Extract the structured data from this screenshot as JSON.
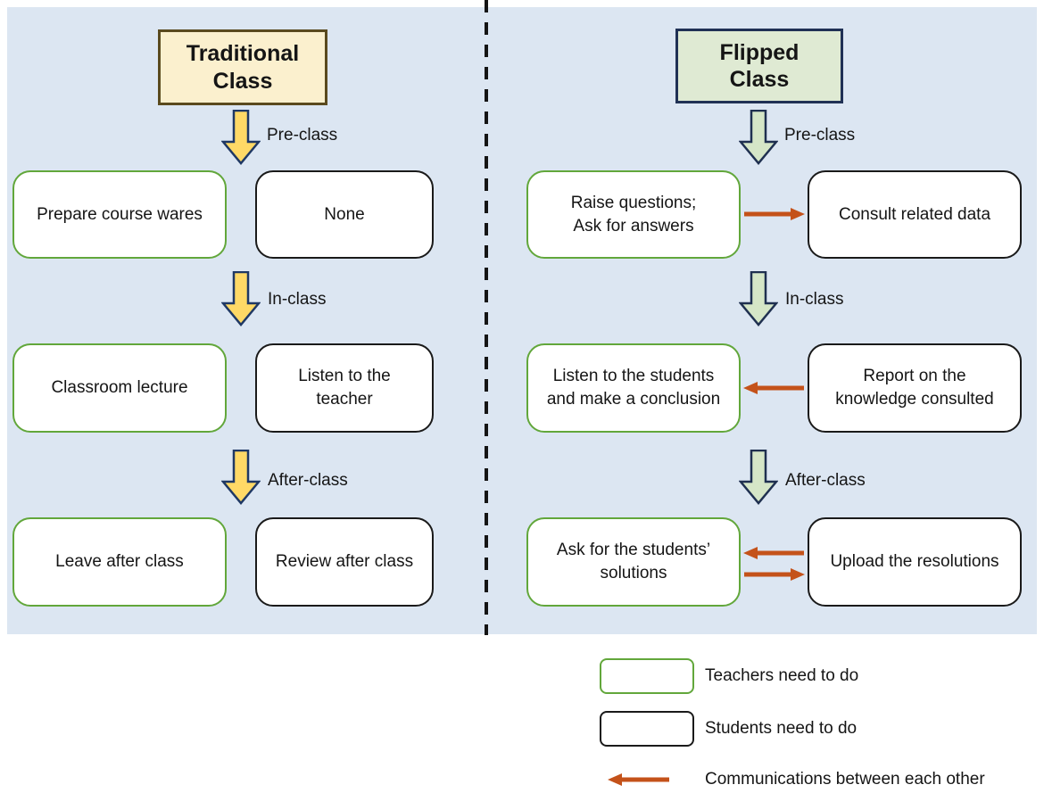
{
  "colors": {
    "panel-bg": "#DCE6F2",
    "divider": "#151515",
    "teacher-border": "#62A73B",
    "student-border": "#1A1A1A",
    "comm-arrow": "#C4521A",
    "trad-header-bg": "#FBF0CE",
    "trad-header-border": "#5A4A1E",
    "trad-arrow-fill": "#FFD966",
    "trad-arrow-stroke": "#1F3864",
    "flip-header-bg": "#DFEAD3",
    "flip-header-border": "#203155",
    "flip-arrow-fill": "#D5E6C7",
    "flip-arrow-stroke": "#1F3050"
  },
  "traditional": {
    "header": "Traditional\nClass",
    "stages": [
      {
        "phase": "Pre-class",
        "teacher": "Prepare course wares",
        "student": "None"
      },
      {
        "phase": "In-class",
        "teacher": "Classroom lecture",
        "student": "Listen to the\nteacher"
      },
      {
        "phase": "After-class",
        "teacher": "Leave after class",
        "student": "Review after class"
      }
    ]
  },
  "flipped": {
    "header": "Flipped\nClass",
    "stages": [
      {
        "phase": "Pre-class",
        "teacher": "Raise questions;\nAsk for answers",
        "student": "Consult related data",
        "communication": "teacher-to-student"
      },
      {
        "phase": "In-class",
        "teacher": "Listen to the students\nand make a conclusion",
        "student": "Report on the\nknowledge consulted",
        "communication": "student-to-teacher"
      },
      {
        "phase": "After-class",
        "teacher": "Ask for the students’\nsolutions",
        "student": "Upload the resolutions",
        "communication": "both-ways"
      }
    ]
  },
  "legend": {
    "teacher_label": "Teachers need to do",
    "student_label": "Students need to do",
    "communication_label": "Communications between each other"
  }
}
